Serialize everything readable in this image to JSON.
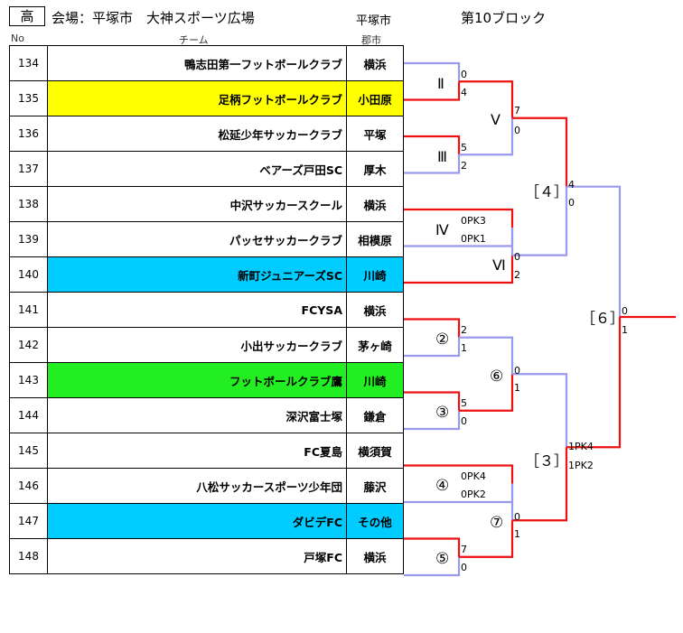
{
  "header": {
    "grade": "高",
    "venue": "会場：平塚市　大神スポーツ広場",
    "venue_city": "平塚市",
    "block": "第10ブロック",
    "col_no": "No",
    "col_team": "チーム",
    "col_city": "郡市"
  },
  "colors": {
    "win_line": "#ee1111",
    "lose_line": "#9999ee",
    "yellow": "#ffff00",
    "blue": "#00ccff",
    "green": "#22ee22"
  },
  "teams": [
    {
      "no": "134",
      "name": "鴨志田第一フットボールクラブ",
      "city": "横浜",
      "highlight": ""
    },
    {
      "no": "135",
      "name": "足柄フットボールクラブ",
      "city": "小田原",
      "highlight": "yellow"
    },
    {
      "no": "136",
      "name": "松延少年サッカークラブ",
      "city": "平塚",
      "highlight": ""
    },
    {
      "no": "137",
      "name": "ベアーズ戸田SC",
      "city": "厚木",
      "highlight": ""
    },
    {
      "no": "138",
      "name": "中沢サッカースクール",
      "city": "横浜",
      "highlight": ""
    },
    {
      "no": "139",
      "name": "パッセサッカークラブ",
      "city": "相模原",
      "highlight": ""
    },
    {
      "no": "140",
      "name": "新町ジュニアーズSC",
      "city": "川崎",
      "highlight": "blue"
    },
    {
      "no": "141",
      "name": "FCYSA",
      "city": "横浜",
      "highlight": ""
    },
    {
      "no": "142",
      "name": "小出サッカークラブ",
      "city": "茅ヶ崎",
      "highlight": ""
    },
    {
      "no": "143",
      "name": "フットボールクラブ鷹",
      "city": "川崎",
      "highlight": "green"
    },
    {
      "no": "144",
      "name": "深沢富士塚",
      "city": "鎌倉",
      "highlight": ""
    },
    {
      "no": "145",
      "name": "FC夏島",
      "city": "横須賀",
      "highlight": ""
    },
    {
      "no": "146",
      "name": "八松サッカースポーツ少年団",
      "city": "藤沢",
      "highlight": ""
    },
    {
      "no": "147",
      "name": "ダビデFC",
      "city": "その他",
      "highlight": "blue"
    },
    {
      "no": "148",
      "name": "戸塚FC",
      "city": "横浜",
      "highlight": ""
    }
  ],
  "bracket": {
    "match_labels": [
      "Ⅱ",
      "Ⅲ",
      "Ⅳ",
      "Ⅴ",
      "Ⅵ",
      "［４］",
      "②",
      "③",
      "④",
      "⑤",
      "⑥",
      "⑦",
      "［３］",
      "［６］"
    ],
    "scores": [
      "0",
      "4",
      "5",
      "2",
      "0PK3",
      "0PK1",
      "7",
      "0",
      "0",
      "2",
      "4",
      "0",
      "2",
      "1",
      "5",
      "0",
      "0PK4",
      "0PK2",
      "7",
      "0",
      "0",
      "1",
      "0",
      "1",
      "1PK4",
      "1PK2",
      "0",
      "1"
    ]
  }
}
